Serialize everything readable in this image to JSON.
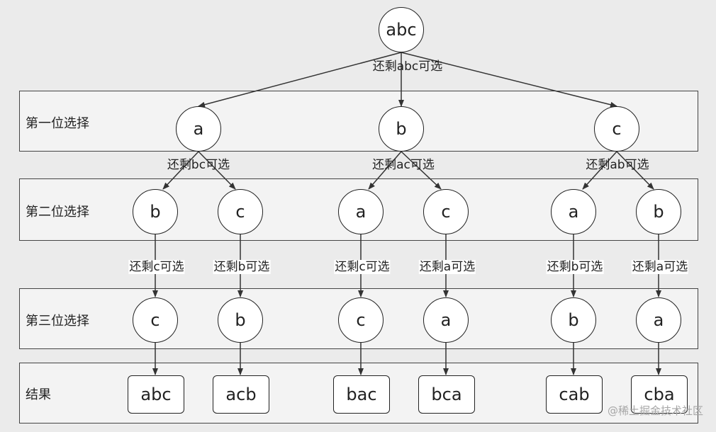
{
  "root": {
    "label": "abc",
    "edge_label": "还剩abc可选"
  },
  "bands": [
    "第一位选择",
    "第二位选择",
    "第三位选择",
    "结果"
  ],
  "level1": [
    {
      "label": "a",
      "edge_label": "还剩bc可选"
    },
    {
      "label": "b",
      "edge_label": "还剩ac可选"
    },
    {
      "label": "c",
      "edge_label": "还剩ab可选"
    }
  ],
  "level2": [
    {
      "label": "b",
      "edge_label": "还剩c可选"
    },
    {
      "label": "c",
      "edge_label": "还剩b可选"
    },
    {
      "label": "a",
      "edge_label": "还剩c可选"
    },
    {
      "label": "c",
      "edge_label": "还剩a可选"
    },
    {
      "label": "a",
      "edge_label": "还剩b可选"
    },
    {
      "label": "b",
      "edge_label": "还剩a可选"
    }
  ],
  "level3": [
    "c",
    "b",
    "c",
    "a",
    "b",
    "a"
  ],
  "results": [
    "abc",
    "acb",
    "bac",
    "bca",
    "cab",
    "cba"
  ],
  "watermark": "@稀土掘金技术社区"
}
